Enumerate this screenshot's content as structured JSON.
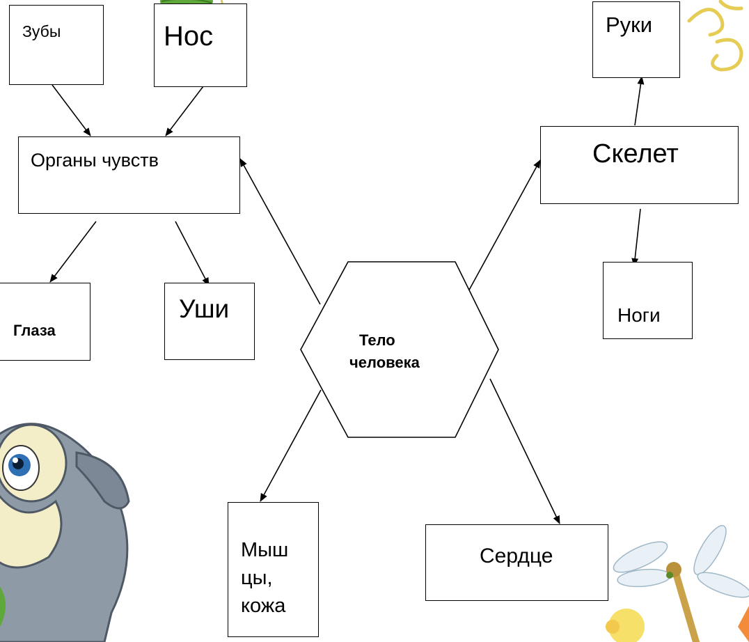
{
  "diagram": {
    "center": {
      "line1": "Тело",
      "line2": "человека"
    },
    "nodes": {
      "zuby": "Зубы",
      "nos": "Нос",
      "organy": "Органы чувств",
      "glaza": "Глаза",
      "ushi": "Уши",
      "ruki": "Руки",
      "skelet": "Скелет",
      "nogi": "Ноги",
      "myshcy": {
        "line1": "Мыш",
        "line2": "цы,",
        "line3": "кожа"
      },
      "serdce": "Сердце"
    }
  },
  "colors": {
    "line": "#000000",
    "bunny_fur": "#8e9aa6",
    "bunny_muzzle": "#f3eec8",
    "leaf": "#5fa83a",
    "dragonfly_wing": "#e9f1f6",
    "dragonfly_body": "#c9a24a"
  }
}
